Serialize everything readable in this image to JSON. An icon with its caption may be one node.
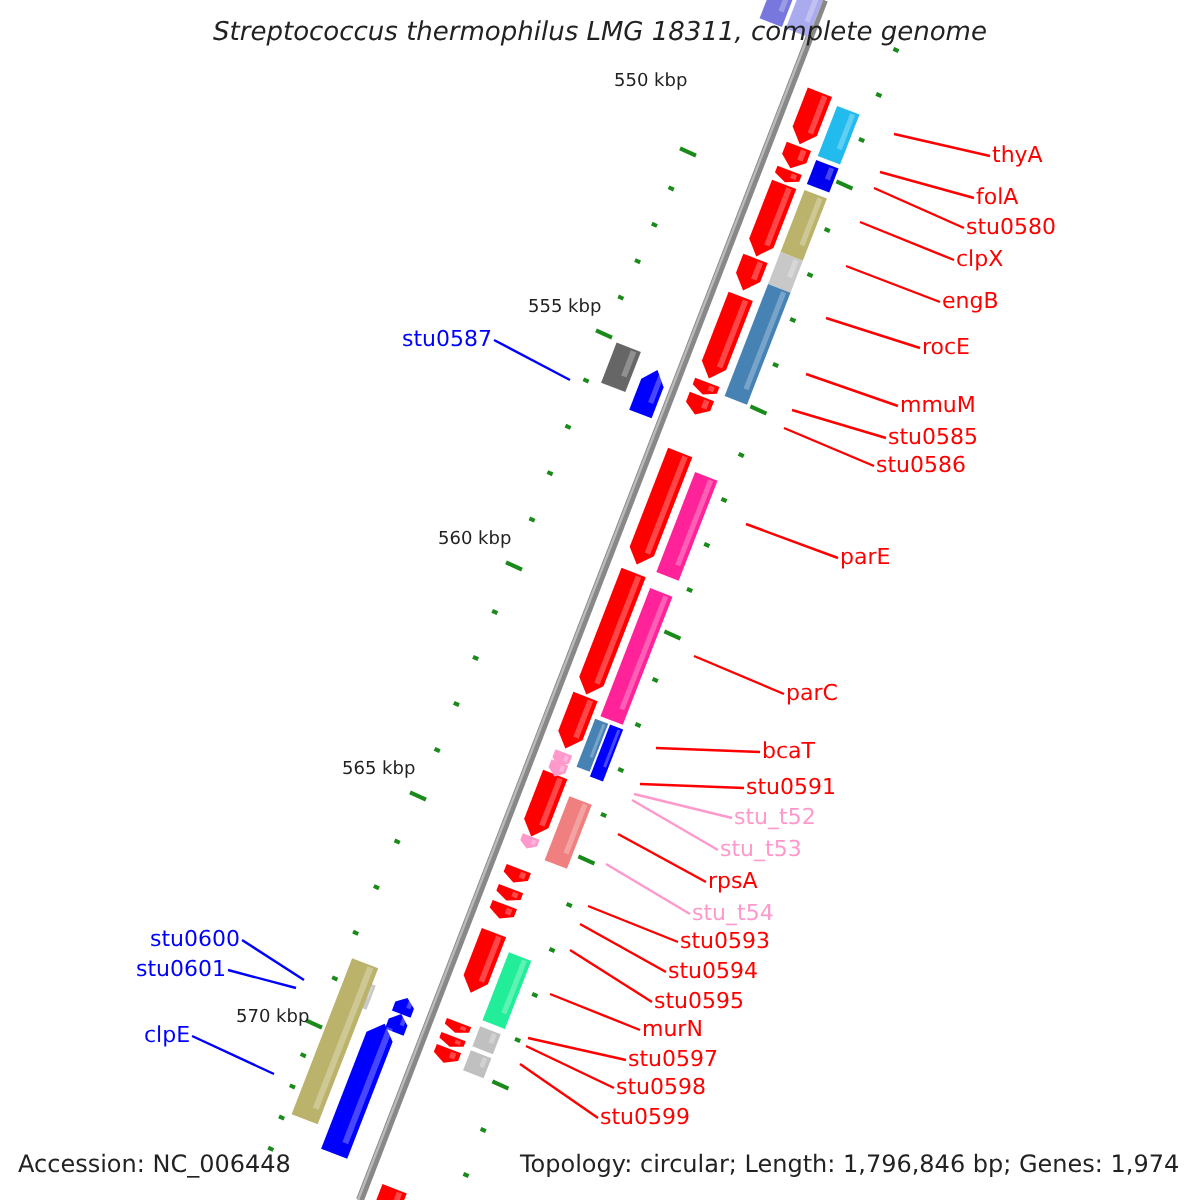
{
  "diagram": {
    "title": "Streptococcus thermophilus LMG 18311, complete genome",
    "nodes": [
      {
        "text": [
          "thyA"
        ]
      },
      {
        "text": [
          "folA"
        ]
      },
      {
        "text": [
          "stu0580"
        ]
      },
      {
        "text": [
          "clpX"
        ]
      },
      {
        "text": [
          "engB"
        ]
      },
      {
        "text": [
          "stu0587"
        ]
      },
      {
        "text": [
          "rocE"
        ]
      },
      {
        "text": [
          "mmuM"
        ]
      },
      {
        "text": [
          "stu0585"
        ]
      },
      {
        "text": [
          "stu0586"
        ]
      },
      {
        "text": [
          "parE"
        ]
      },
      {
        "text": [
          "parC"
        ]
      },
      {
        "text": [
          "bcaT"
        ]
      },
      {
        "text": [
          "stu0591"
        ]
      },
      {
        "text": [
          "stu_t52"
        ]
      },
      {
        "text": [
          "stu_t53"
        ]
      },
      {
        "text": [
          "rpsA"
        ]
      },
      {
        "text": [
          "stu_t54"
        ]
      },
      {
        "text": [
          "stu0600"
        ]
      },
      {
        "text": [
          "stu0593"
        ]
      },
      {
        "text": [
          "stu0594"
        ]
      },
      {
        "text": [
          "stu0601"
        ]
      },
      {
        "text": [
          "stu0595"
        ]
      },
      {
        "text": [
          "murN"
        ]
      },
      {
        "text": [
          "clpE"
        ]
      },
      {
        "text": [
          "stu0597"
        ]
      },
      {
        "text": [
          "stu0598"
        ]
      },
      {
        "text": [
          "stu0599"
        ]
      }
    ],
    "edges": [
      {
        "from": 0,
        "to": null,
        "arrow": "none"
      },
      {
        "from": 1,
        "to": null,
        "arrow": "none"
      },
      {
        "from": 2,
        "to": null,
        "arrow": "none"
      },
      {
        "from": 3,
        "to": null,
        "arrow": "none"
      },
      {
        "from": 4,
        "to": null,
        "arrow": "none"
      },
      {
        "from": 5,
        "to": null,
        "arrow": "none",
        "color": "#0000ff"
      },
      {
        "from": 6,
        "to": null,
        "arrow": "none"
      },
      {
        "from": 7,
        "to": null,
        "arrow": "none"
      },
      {
        "from": 8,
        "to": null,
        "arrow": "none"
      },
      {
        "from": 9,
        "to": null,
        "arrow": "none"
      },
      {
        "from": 10,
        "to": null,
        "arrow": "none"
      },
      {
        "from": 11,
        "to": null,
        "arrow": "none"
      },
      {
        "from": 12,
        "to": null,
        "arrow": "none"
      },
      {
        "from": 13,
        "to": null,
        "arrow": "none"
      },
      {
        "from": 14,
        "to": null,
        "arrow": "none",
        "color": "#ff99cc"
      },
      {
        "from": 15,
        "to": null,
        "arrow": "none",
        "color": "#ff99cc"
      },
      {
        "from": 16,
        "to": null,
        "arrow": "none"
      },
      {
        "from": 17,
        "to": null,
        "arrow": "none",
        "color": "#ff99cc"
      },
      {
        "from": 18,
        "to": null,
        "arrow": "none",
        "color": "#0000ff"
      },
      {
        "from": 19,
        "to": null,
        "arrow": "none"
      },
      {
        "from": 20,
        "to": null,
        "arrow": "none"
      },
      {
        "from": 21,
        "to": null,
        "arrow": "none",
        "color": "#0000ff"
      },
      {
        "from": 22,
        "to": null,
        "arrow": "none"
      },
      {
        "from": 23,
        "to": null,
        "arrow": "none"
      },
      {
        "from": 24,
        "to": null,
        "arrow": "none",
        "color": "#0000ff"
      },
      {
        "from": 25,
        "to": null,
        "arrow": "none"
      },
      {
        "from": 26,
        "to": null,
        "arrow": "none"
      },
      {
        "from": 27,
        "to": null,
        "arrow": "none"
      }
    ],
    "labels": [
      "550 kbp",
      "555 kbp",
      "560 kbp",
      "565 kbp",
      "570 kbp",
      "Accession: NC_006448",
      "Topology: circular; Length: 1,796,846 bp; Genes: 1,974"
    ]
  }
}
